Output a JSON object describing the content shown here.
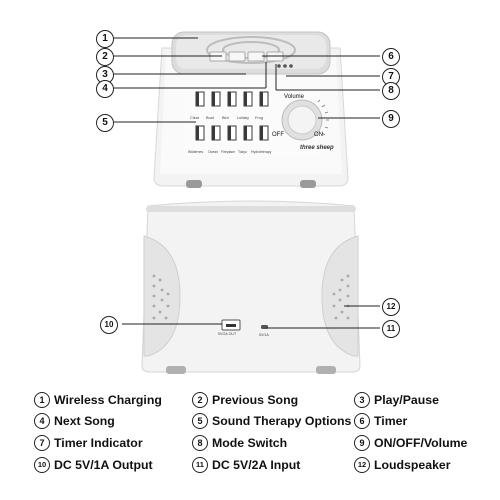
{
  "front_device": {
    "brand": "three sheep",
    "volume_label": "Volume",
    "off_label": "OFF",
    "on_label": "ON",
    "sound_buttons_top": [
      "Clear",
      "Boat",
      "Bird",
      "Lullaby",
      "Frog"
    ],
    "sound_buttons_bottom": [
      "Wildernes",
      "Ocean",
      "Fireplace",
      "Tokyo",
      "Hydrotherapy"
    ]
  },
  "back_device": {
    "usb_label": "5V/2A OUT",
    "dc_label": "5V/1A"
  },
  "callouts": [
    "1",
    "2",
    "3",
    "4",
    "5",
    "6",
    "7",
    "8",
    "9",
    "10",
    "11",
    "12"
  ],
  "legend": [
    {
      "num": "1",
      "label": "Wireless Charging"
    },
    {
      "num": "2",
      "label": "Previous Song"
    },
    {
      "num": "3",
      "label": "Play/Pause"
    },
    {
      "num": "4",
      "label": "Next Song"
    },
    {
      "num": "5",
      "label": "Sound Therapy Options"
    },
    {
      "num": "6",
      "label": "Timer"
    },
    {
      "num": "7",
      "label": "Timer Indicator"
    },
    {
      "num": "8",
      "label": "Mode Switch"
    },
    {
      "num": "9",
      "label": "ON/OFF/Volume"
    },
    {
      "num": "10",
      "label": "DC 5V/1A Output"
    },
    {
      "num": "11",
      "label": "DC 5V/2A Input"
    },
    {
      "num": "12",
      "label": "Loudspeaker"
    }
  ]
}
